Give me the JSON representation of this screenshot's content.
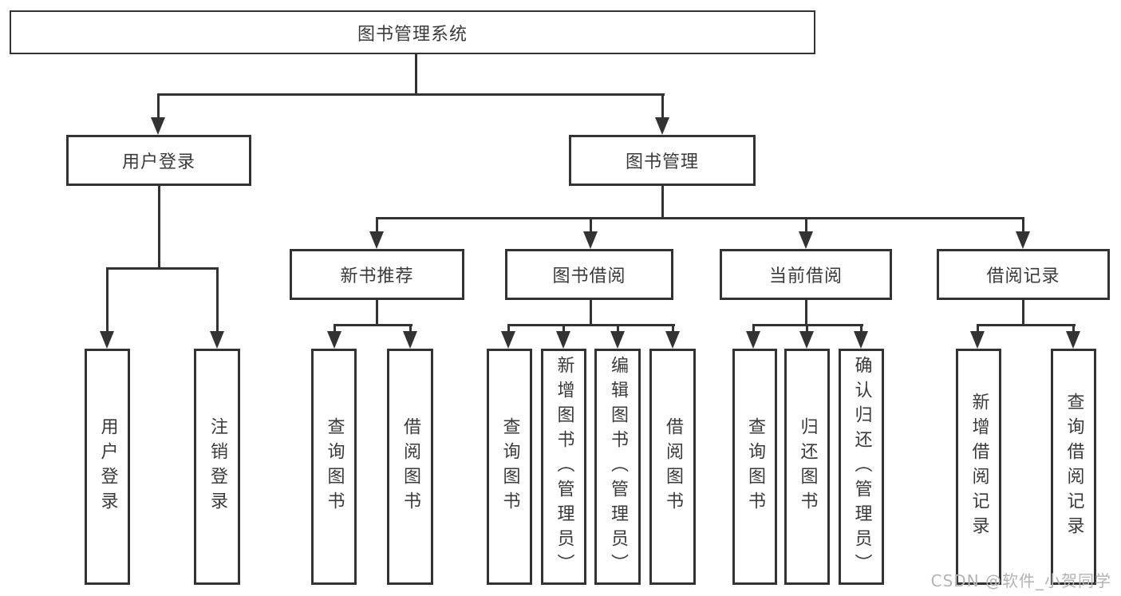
{
  "diagram": {
    "title": "图书管理系统",
    "root": {
      "label": "图书管理系统",
      "children": [
        {
          "label": "用户登录",
          "children": [
            {
              "label": "用户登录"
            },
            {
              "label": "注销登录"
            }
          ]
        },
        {
          "label": "图书管理",
          "children": [
            {
              "label": "新书推荐",
              "children": [
                {
                  "label": "查询图书"
                },
                {
                  "label": "借阅图书"
                }
              ]
            },
            {
              "label": "图书借阅",
              "children": [
                {
                  "label": "查询图书"
                },
                {
                  "label": "新增图书（管理员）"
                },
                {
                  "label": "编辑图书（管理员）"
                },
                {
                  "label": "借阅图书"
                }
              ]
            },
            {
              "label": "当前借阅",
              "children": [
                {
                  "label": "查询图书"
                },
                {
                  "label": "归还图书"
                },
                {
                  "label": "确认归还（管理员）"
                }
              ]
            },
            {
              "label": "借阅记录",
              "children": [
                {
                  "label": "新增借阅记录"
                },
                {
                  "label": "查询借阅记录"
                }
              ]
            }
          ]
        }
      ]
    }
  },
  "watermark": {
    "text": "CSDN @软件_小贺同学"
  },
  "colors": {
    "line": "#333333",
    "text": "#3a3a3a",
    "watermark": "#b3b3b3",
    "background": "#ffffff"
  }
}
